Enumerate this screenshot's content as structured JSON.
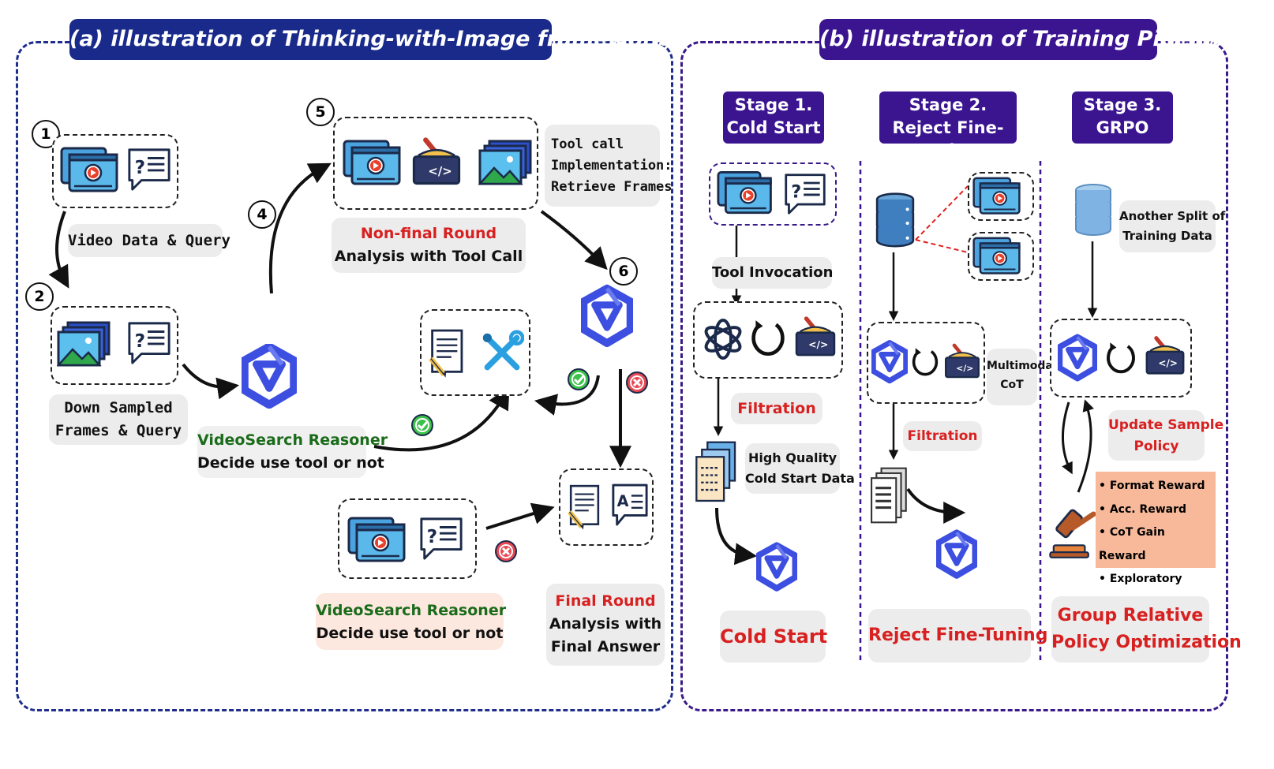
{
  "panel_a": {
    "title": "(a) illustration of Thinking-with-Image framework",
    "steps": [
      "1",
      "2",
      "4",
      "5",
      "6"
    ],
    "video_query_label": "Video Data & Query",
    "downsampled_label": [
      "Down Sampled",
      "Frames & Query"
    ],
    "reasoner_name": "VideoSearch Reasoner",
    "reasoner_decision": "Decide use tool or not",
    "nonfinal_title": "Non-final Round",
    "nonfinal_desc": "Analysis with Tool Call",
    "toolcall_note": [
      "Tool call",
      "Implementation:",
      "Retrieve Frames"
    ],
    "final_title": "Final Round",
    "final_desc": [
      "Analysis with",
      "Final Answer"
    ],
    "reasoner2_name": "VideoSearch Reasoner",
    "reasoner2_decision": "Decide use tool or not"
  },
  "panel_b": {
    "title": "(b) illustration of Training Pipeline",
    "stage1": [
      "Stage 1.",
      "Cold Start"
    ],
    "stage2": [
      "Stage 2.",
      "Reject Fine-tuning"
    ],
    "stage3": [
      "Stage 3.",
      "GRPO"
    ],
    "tool_invocation": "Tool Invocation",
    "filtration_1": "Filtration",
    "hq_data": [
      "High Quality",
      "Cold Start Data"
    ],
    "cold_start_result": "Cold Start",
    "multimodal_cot": [
      "Multimodal",
      "CoT"
    ],
    "filtration_2": "Filtration",
    "rft_result": "Reject Fine-Tuning",
    "another_split": [
      "Another Split of",
      "Training Data"
    ],
    "update_policy": [
      "Update Sample",
      "Policy"
    ],
    "rewards": [
      "Format Reward",
      "Acc. Reward",
      "CoT Gain Reward",
      "Exploratory Incentive"
    ],
    "grpo_result": [
      "Group Relative",
      "Policy Optimization"
    ]
  },
  "colors": {
    "panel_a_title_bg": "#1a2a8a",
    "panel_b_title_bg": "#3b1490",
    "accent_red": "#d82020",
    "accent_green": "#1a6b1a",
    "reward_bg": "#f7b99a",
    "reasoner_blue": "#3d4fe0"
  },
  "icons": [
    "video-icon",
    "query-icon",
    "image-stack-icon",
    "tool-box-icon",
    "document-pencil-icon",
    "tools-icon",
    "check-icon",
    "cross-icon",
    "openai-icon",
    "reasoner-logo-icon",
    "database-icon",
    "gavel-icon",
    "answer-icon",
    "refresh-loop-icon",
    "file-stack-icon"
  ]
}
